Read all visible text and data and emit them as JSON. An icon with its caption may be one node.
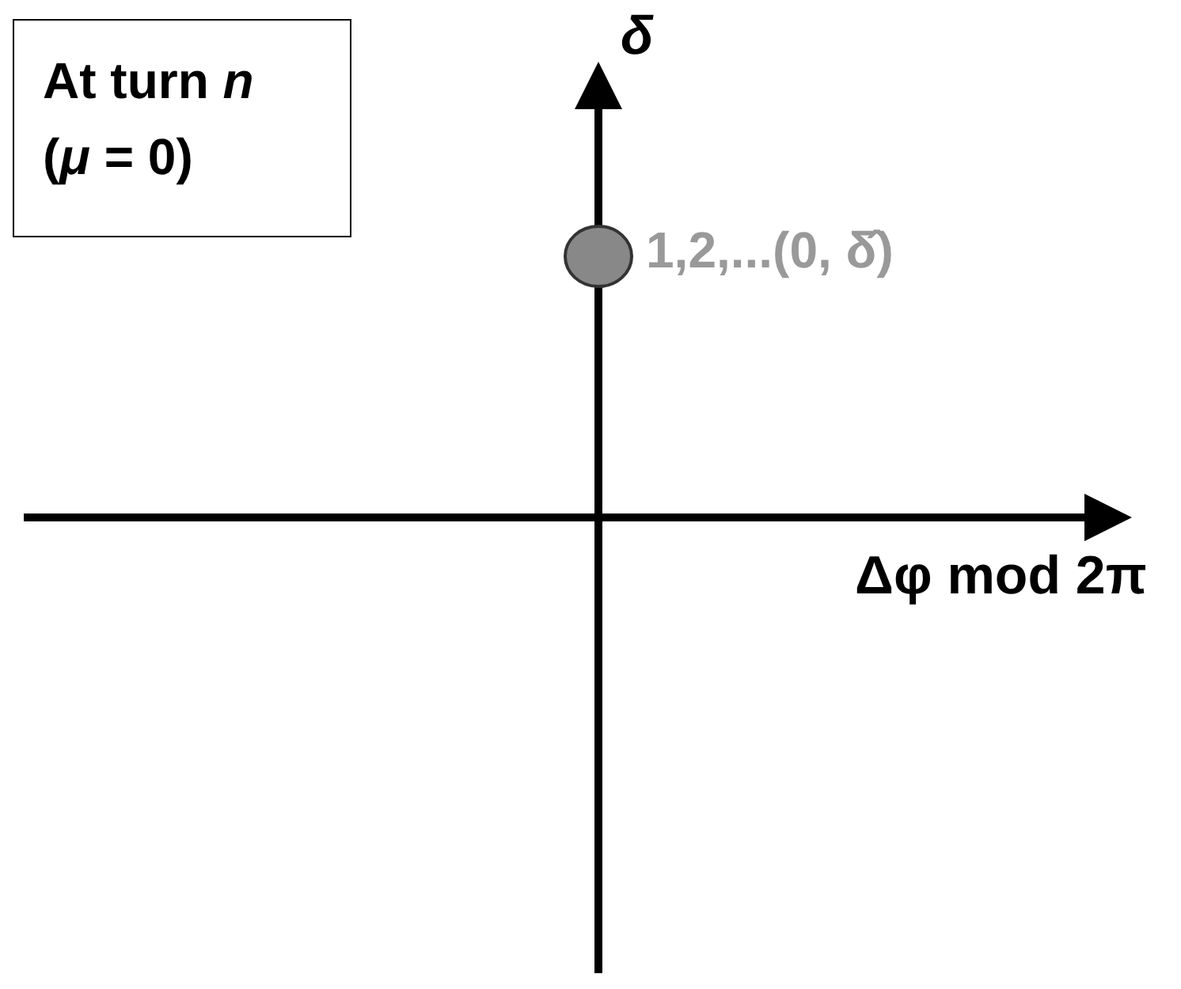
{
  "diagram": {
    "nodes": [
      {
        "text": [
          "At turn *n*",
          "(*μ* = 0)"
        ]
      },
      {
        "text": [],
        "shape": "circle",
        "beside": [
          "1,2,...(0, δ̂)"
        ]
      }
    ],
    "labels": [
      "δ",
      "Δφ mod 2π"
    ]
  }
}
